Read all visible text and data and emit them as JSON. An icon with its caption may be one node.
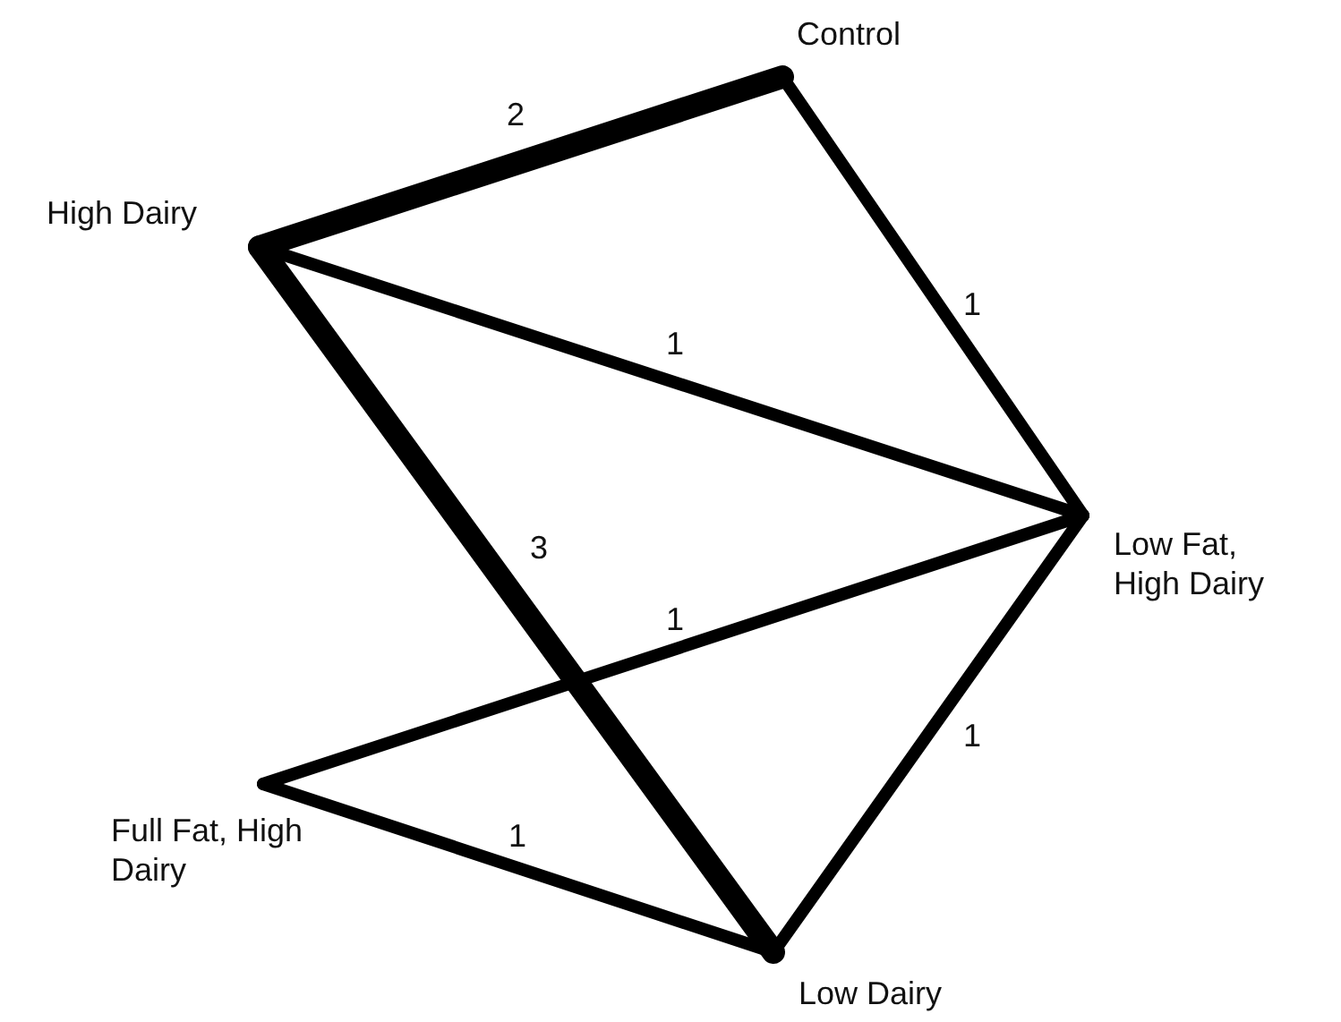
{
  "diagram": {
    "nodes": [
      {
        "text": [
          "Control"
        ]
      },
      {
        "text": [
          "High Dairy"
        ]
      },
      {
        "text": [
          "Low Fat, High Dairy"
        ]
      },
      {
        "text": [
          "Full Fat, High Dairy"
        ]
      },
      {
        "text": [
          "Low Dairy"
        ]
      }
    ],
    "edges": [
      {
        "from": 1,
        "to": 0,
        "arrow": "none",
        "label": "2",
        "style": "thick"
      },
      {
        "from": 0,
        "to": 2,
        "arrow": "none",
        "label": "1"
      },
      {
        "from": 1,
        "to": 2,
        "arrow": "none",
        "label": "1"
      },
      {
        "from": 1,
        "to": 4,
        "arrow": "none",
        "label": "3",
        "style": "thick"
      },
      {
        "from": 3,
        "to": 2,
        "arrow": "none",
        "label": "1"
      },
      {
        "from": 2,
        "to": 4,
        "arrow": "none",
        "label": "1"
      },
      {
        "from": 3,
        "to": 4,
        "arrow": "none",
        "label": "1"
      }
    ]
  }
}
